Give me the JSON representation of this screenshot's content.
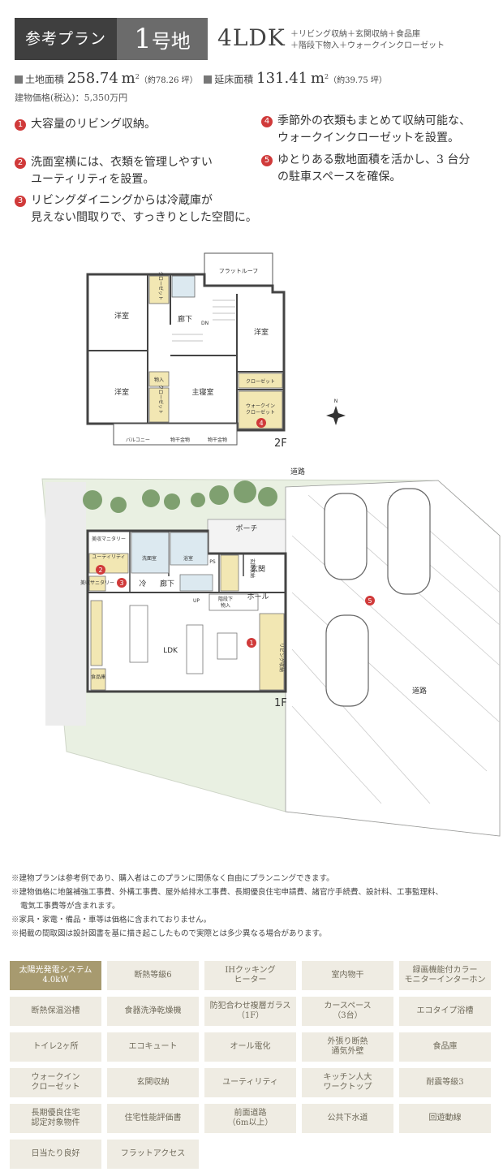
{
  "header": {
    "plan_label": "参考プラン",
    "lot_number": "1",
    "lot_suffix": "号地",
    "layout_type": "4LDK",
    "extras_line1": "＋リビング収納＋玄関収納＋食品庫",
    "extras_line2": "＋階段下物入＋ウォークインクローゼット"
  },
  "stats": {
    "land_label": "土地面積",
    "land_area": "258.74",
    "land_unit": "m",
    "land_tsubo": "（約78.26 坪）",
    "floor_label": "延床面積",
    "floor_area": "131.41",
    "floor_unit": "m",
    "floor_tsubo": "（約39.75 坪）",
    "sup": "2",
    "price": "建物価格(税込)：5,350万円"
  },
  "features": [
    {
      "num": "1",
      "line1": "大容量のリビング収納。",
      "line2": ""
    },
    {
      "num": "2",
      "line1": "洗面室横には、衣類を管理しやすい",
      "line2": "ユーティリティを設置。"
    },
    {
      "num": "3",
      "line1": "リビングダイニングからは冷蔵庫が",
      "line2": "見えない間取りで、すっきりとした空間に。"
    },
    {
      "num": "4",
      "line1": "季節外の衣類もまとめて収納可能な、",
      "line2": "ウォークインクローゼットを設置。"
    },
    {
      "num": "5",
      "line1": "ゆとりある敷地面積を活かし、3 台分",
      "line2": "の駐車スペースを確保。"
    }
  ],
  "plan2f": {
    "flat_roof": "フラットルーフ",
    "closet1": "クローゼット",
    "hallway": "廊下",
    "dn": "DN",
    "western1": "洋室",
    "western2": "洋室",
    "western3": "洋室",
    "master": "主寝室",
    "storage": "物入",
    "closet2": "クローゼット",
    "closet3": "クローゼット",
    "wic1": "ウォークイン",
    "wic2": "クローゼット",
    "balcony": "バルコニー",
    "drying1": "物干金物",
    "drying2": "物干金物",
    "floor_label": "2F",
    "badge": "4",
    "north": "N"
  },
  "plan1f": {
    "road_top": "道路",
    "road_right": "道路",
    "porch": "ポーチ",
    "beauty": "美収マニタリー",
    "utility": "ユーティリティ",
    "washroom": "洗面室",
    "bath": "浴室",
    "ps": "PS",
    "entrance_storage": "玄関収納",
    "entrance": "玄関",
    "fridge": "冷",
    "hallway": "廊下",
    "under_stairs1": "階段下",
    "under_stairs2": "物入",
    "hall": "ホール",
    "up": "UP",
    "ldk": "LDK",
    "beauty_sanitary": "美収サニタリー",
    "pantry": "食品庫",
    "living_storage": "リビング収納",
    "floor_label": "1F",
    "badge1": "1",
    "badge2": "2",
    "badge3": "3",
    "badge5": "5"
  },
  "notes": [
    "※建物プランは参考例であり、購入者はこのプランに関係なく自由にプランニングできます。",
    "※建物価格に地盤補強工事費、外構工事費、屋外給排水工事費、長期優良住宅申請費、諸官庁手続費、設計料、工事監理料、",
    "電気工事費等が含まれます。",
    "※家具・家電・備品・車等は価格に含まれておりません。",
    "※掲載の間取図は設計図書を基に描き起こしたもので実際とは多少異なる場合があります。"
  ],
  "tags": [
    "太陽光発電システム\n4.0kW",
    "断熱等級6",
    "IHクッキング\nヒーター",
    "室内物干",
    "録画機能付カラー\nモニターインターホン",
    "断熱保温浴槽",
    "食器洗浄乾燥機",
    "防犯合わせ複層ガラス\n（1F）",
    "カースペース\n（3台）",
    "エコタイプ浴槽",
    "トイレ2ヶ所",
    "エコキュート",
    "オール電化",
    "外張り断熱\n通気外壁",
    "食品庫",
    "ウォークイン\nクローゼット",
    "玄関収納",
    "ユーティリティ",
    "キッチン人大\nワークトップ",
    "耐震等級3",
    "長期優良住宅\n認定対象物件",
    "住宅性能評価書",
    "前面道路\n（6m以上）",
    "公共下水道",
    "回遊動線",
    "日当たり良好",
    "フラットアクセス"
  ],
  "colors": {
    "badge_red": "#d03a3a",
    "tag_bg": "#efece3",
    "tag_active": "#a79a6f",
    "storage_yellow": "#f2e7b3",
    "wet_blue": "#dce9f0"
  }
}
